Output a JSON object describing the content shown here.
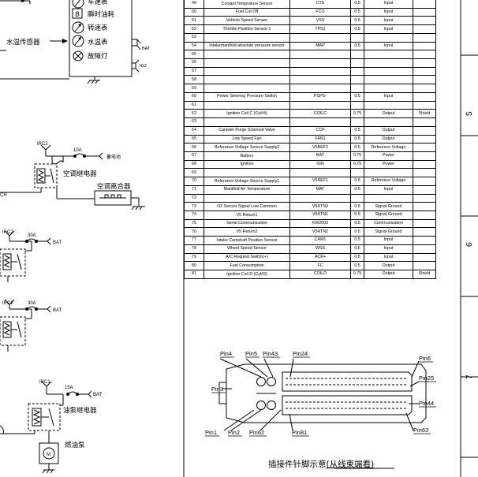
{
  "left_diagram": {
    "gauge_labels": [
      "车速表",
      "瞬时油耗",
      "转速表",
      "水温表",
      "故障灯"
    ],
    "water_sensor": "水温传感器",
    "bat": "BAT",
    "ig2": "IG2",
    "ac_section": {
      "relay": "IRC2",
      "fuse": "10A",
      "battery": "蓄电池",
      "relay_label": "空调继电器",
      "clutch_label": "空调离合器",
      "cut_text": "CH"
    },
    "section2": {
      "relay": "IRC2",
      "fuse": "30A",
      "bat": "BAT"
    },
    "section3": {
      "relay": "IRC2",
      "fuse": "30A",
      "bat": "BAT"
    },
    "fuel_section": {
      "relay": "IRC1",
      "fuse": "15A",
      "bat": "BAT",
      "relay_label": "油泵继电器",
      "pump_label": "燃油泵",
      "motor": "M"
    }
  },
  "pin_table": {
    "rows": [
      {
        "pin": "49",
        "desc": "Coolant Temprature Sensor",
        "sig": "CTS",
        "w": "0.5",
        "type": "Input",
        "note": ""
      },
      {
        "pin": "50",
        "desc": "Fuel Cut Off",
        "sig": "FCO",
        "w": "0.5",
        "type": "Input",
        "note": ""
      },
      {
        "pin": "51",
        "desc": "Vehicle Speed Sensor",
        "sig": "VSS",
        "w": "0.5",
        "type": "Input",
        "note": ""
      },
      {
        "pin": "52",
        "desc": "Throttle Position Sensor 1",
        "sig": "TPS1",
        "w": "0.5",
        "type": "Input",
        "note": ""
      },
      {
        "pin": "53",
        "desc": "",
        "sig": "",
        "w": "",
        "type": "",
        "note": ""
      },
      {
        "pin": "54",
        "desc": "Intakemanifold absolute pressure sensor",
        "sig": "MAP",
        "w": "0.5",
        "type": "Input",
        "note": ""
      },
      {
        "pin": "55",
        "desc": "",
        "sig": "",
        "w": "",
        "type": "",
        "note": ""
      },
      {
        "pin": "56",
        "desc": "",
        "sig": "",
        "w": "",
        "type": "",
        "note": ""
      },
      {
        "pin": "57",
        "desc": "",
        "sig": "",
        "w": "",
        "type": "",
        "note": ""
      },
      {
        "pin": "58",
        "desc": "",
        "sig": "",
        "w": "",
        "type": "",
        "note": ""
      },
      {
        "pin": "59",
        "desc": "",
        "sig": "",
        "w": "",
        "type": "",
        "note": ""
      },
      {
        "pin": "60",
        "desc": "Power Steering Pressure Switch",
        "sig": "PSPS-",
        "w": "0.5",
        "type": "Input",
        "note": ""
      },
      {
        "pin": "61",
        "desc": "",
        "sig": "",
        "w": "",
        "type": "",
        "note": ""
      },
      {
        "pin": "62",
        "desc": "Ignition Coil C (Cyl#4)",
        "sig": "COILC",
        "w": "0.75",
        "type": "Output",
        "note": "Shield"
      },
      {
        "pin": "63",
        "desc": "",
        "sig": "",
        "w": "",
        "type": "",
        "note": ""
      },
      {
        "pin": "64",
        "desc": "Canister Purge Solenoid Valve",
        "sig": "CCP",
        "w": "0.5",
        "type": "Output",
        "note": ""
      },
      {
        "pin": "65",
        "desc": "Low Speed Fan",
        "sig": "FAN1",
        "w": "0.5",
        "type": "Output",
        "note": ""
      },
      {
        "pin": "66",
        "desc": "Referance Voltage Source Supply2",
        "sig": "V5REF2",
        "w": "0.5",
        "type": "Reference Voltage",
        "note": ""
      },
      {
        "pin": "67",
        "desc": "Battery",
        "sig": "BAT",
        "w": "0.75",
        "type": "Power",
        "note": ""
      },
      {
        "pin": "68",
        "desc": "Ignition",
        "sig": "IGN",
        "w": "0.75",
        "type": "Power",
        "note": ""
      },
      {
        "pin": "69",
        "desc": "",
        "sig": "",
        "w": "",
        "type": "",
        "note": ""
      },
      {
        "pin": "70",
        "desc": "Referance Voltage Source Supply1",
        "sig": "V5REF1",
        "w": "0.5",
        "type": "Reference Voltage",
        "note": ""
      },
      {
        "pin": "71",
        "desc": "Manifold Air Temperature",
        "sig": "MAT",
        "w": "0.5",
        "type": "Input",
        "note": ""
      },
      {
        "pin": "72",
        "desc": "",
        "sig": "",
        "w": "",
        "type": "",
        "note": ""
      },
      {
        "pin": "73",
        "desc": "O2 Sensor Signal Low Common",
        "sig": "V5RTN3",
        "w": "0.5",
        "type": "Signal Ground",
        "note": ""
      },
      {
        "pin": "74",
        "desc": "V5 Return1",
        "sig": "V5RTN1",
        "w": "0.5",
        "type": "Signal Ground",
        "note": ""
      },
      {
        "pin": "75",
        "desc": "Serial Communication",
        "sig": "KW2000",
        "w": "0.5",
        "type": "Communication",
        "note": ""
      },
      {
        "pin": "76",
        "desc": "V5 Return2",
        "sig": "V5RTN2",
        "w": "0.5",
        "type": "Signal Ground",
        "note": ""
      },
      {
        "pin": "77",
        "desc": "Intake Camshaft Position Sensor",
        "sig": "CAM1",
        "w": "0.5",
        "type": "Input",
        "note": ""
      },
      {
        "pin": "78",
        "desc": "Wheel Speed Sensor",
        "sig": "WSS",
        "w": "0.5",
        "type": "Input",
        "note": ""
      },
      {
        "pin": "79",
        "desc": "A/C Request Switch(+)",
        "sig": "ACR+",
        "w": "0.5",
        "type": "Input",
        "note": ""
      },
      {
        "pin": "80",
        "desc": "Fuel Consumption",
        "sig": "FC",
        "w": "0.5",
        "type": "Output",
        "note": ""
      },
      {
        "pin": "81",
        "desc": "Ignition Coil D (Cyl#2)",
        "sig": "COILD",
        "w": "0.75",
        "type": "Output",
        "note": "Shield"
      }
    ]
  },
  "connector": {
    "pins": {
      "pin4": "Pin4",
      "pin5": "Pin5",
      "pin43": "Pin43",
      "pin24": "Pin24",
      "pin6": "Pin6",
      "pin25": "Pin25",
      "pin3": "Pin3",
      "pin44": "Pin44",
      "pin1": "Pin1",
      "pin2": "Pin2",
      "pin62": "Pin62",
      "pin81": "Pin81",
      "pin63": "Pin63"
    },
    "caption_main": "插接件针脚示意",
    "caption_sub": "(从线束端看)"
  },
  "frame": {
    "zone5": "5",
    "zone6": "6",
    "zone7": "7"
  }
}
